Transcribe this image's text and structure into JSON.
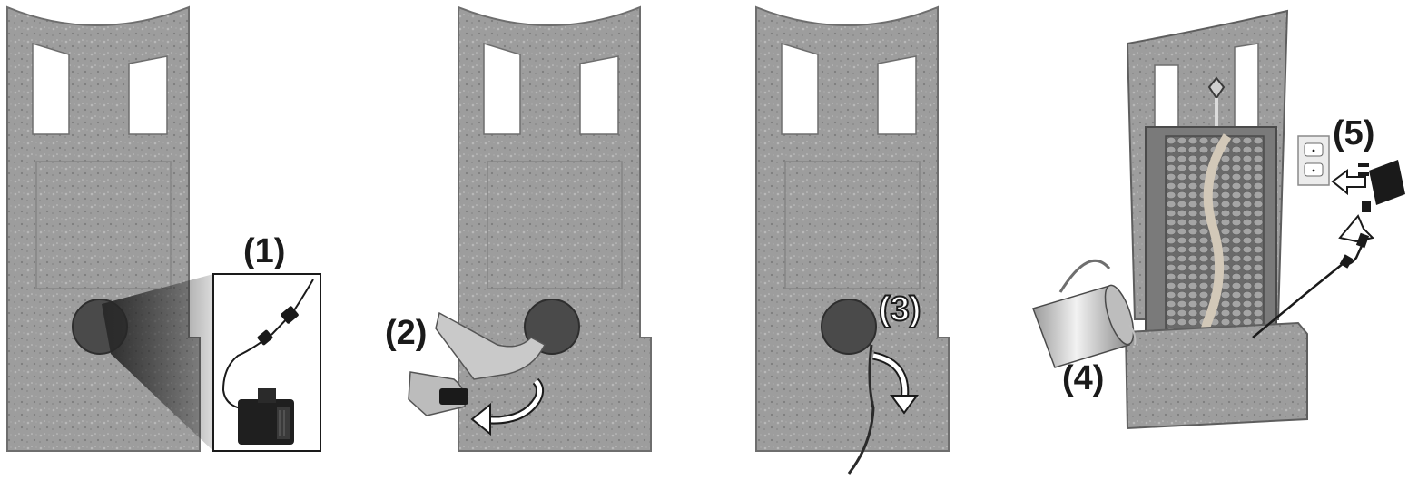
{
  "steps": [
    {
      "label": "(1)"
    },
    {
      "label": "(2)"
    },
    {
      "label": "(3)"
    },
    {
      "label": "(4)"
    },
    {
      "label": "(5)"
    }
  ],
  "colors": {
    "stone": "#9a9a9a",
    "stone_dark": "#6e6e6e",
    "stone_light": "#bdbdbd",
    "ink": "#1a1a1a",
    "pebble": "#8c8c8c",
    "metal": "#d8d8d8"
  },
  "icons": [
    "water-pump-icon",
    "power-adapter-icon",
    "wall-outlet-icon",
    "watering-pitcher-icon",
    "curved-arrow-icon",
    "hollow-arrow-icon"
  ]
}
